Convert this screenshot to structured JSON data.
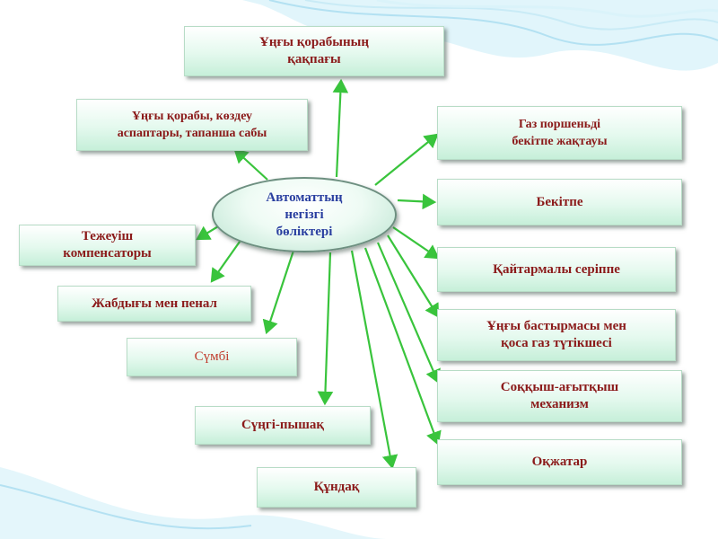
{
  "center": {
    "text": "Автоматтың\nнегізгі\nбөліктері"
  },
  "parts": {
    "receiver_cover": "Ұңғы қорабының\nқақпағы",
    "receiver_sights": "Ұңғы қорабы, көздеу\nаспаптары, тапанша сабы",
    "compensator": "Тежеуіш\nкомпенсаторы",
    "cleaning_kit": "Жабдығы мен пенал",
    "cleaning_rod": "Сүмбі",
    "bayonet": "Сүңгі-пышақ",
    "stock": "Құндақ",
    "gas_piston_frame": "Газ поршеньді\nбекітпе жақтауы",
    "bolt": "Бекітпе",
    "return_spring": "Қайтармалы серіппе",
    "handguard_gas_tube": "Ұңғы бастырмасы мен\nқоса газ түтікшесі",
    "trigger_mechanism": "Соққыш-ағытқыш\nмеханизм",
    "magazine": "Оқжатар"
  },
  "colors": {
    "arrow": "#39c43c",
    "box_text": "#8b1a1a",
    "center_text": "#2a3fa0",
    "accent_text": "#c0392b",
    "wave": "#aee0f2"
  }
}
